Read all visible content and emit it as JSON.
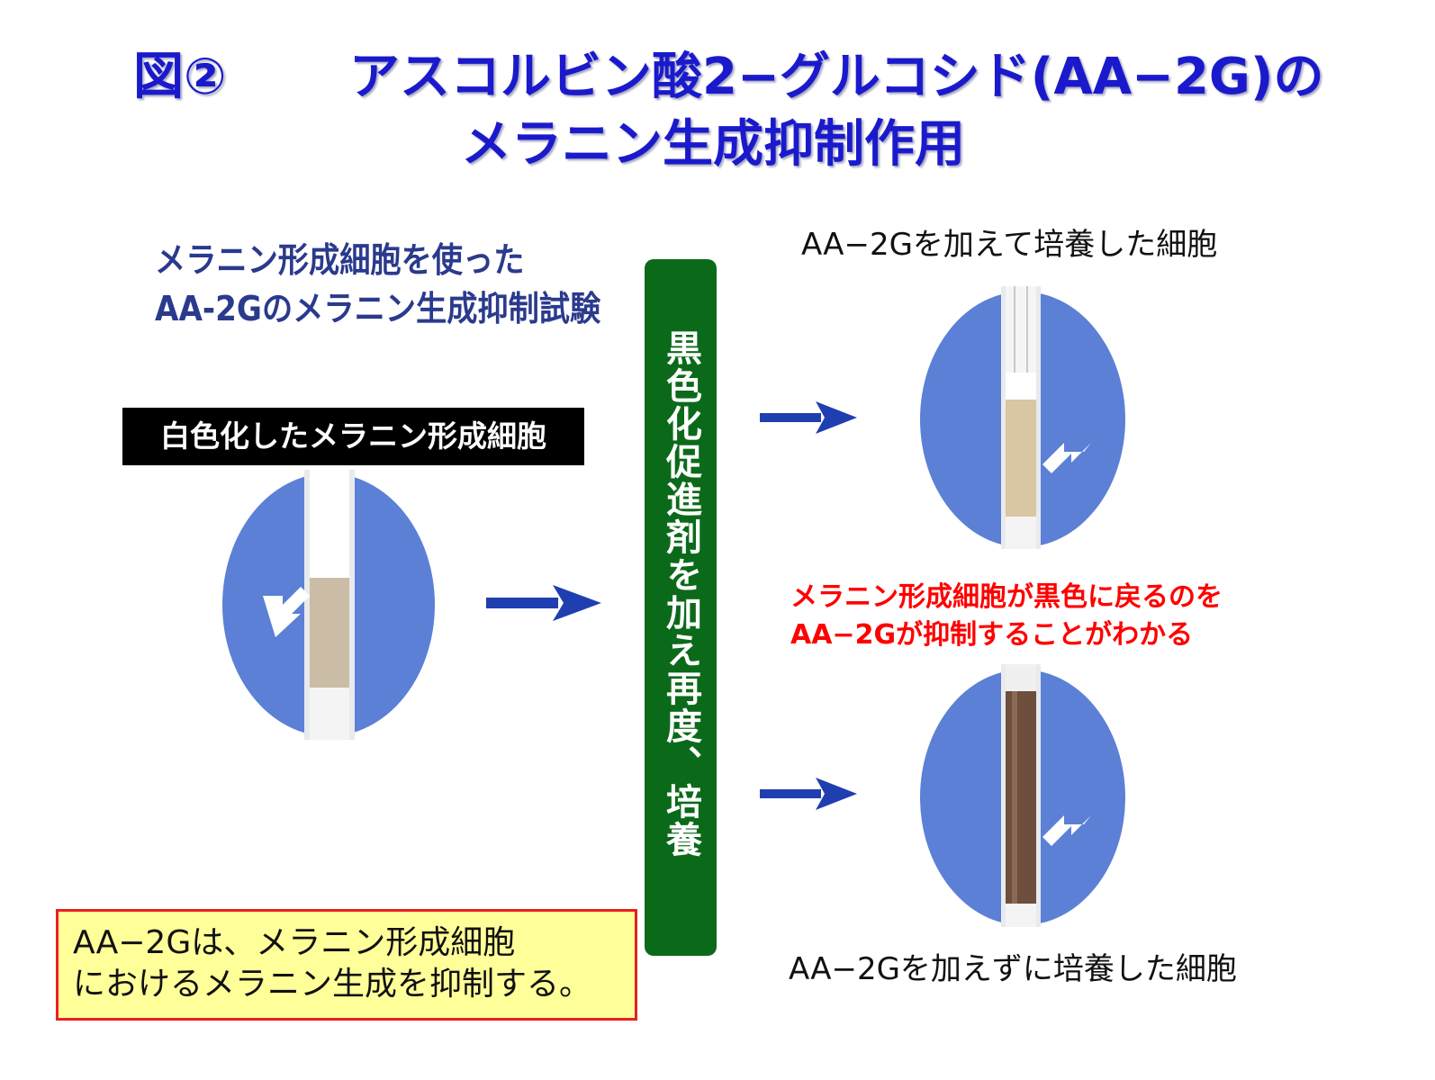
{
  "title": {
    "line1_fig": "図②",
    "line1_text": "アスコルビン酸2−グルコシド(AA−2G)の",
    "line2": "メラニン生成抑制作用"
  },
  "subtitle": {
    "line1": "メラニン形成細胞を使った",
    "line2": "AA-2Gのメラニン生成抑制試験"
  },
  "whitened_label": "白色化したメラニン形成細胞",
  "process_bar": "黒色化促進剤を加え再度、培養",
  "with_caption": "AA−2Gを加えて培養した細胞",
  "without_caption": "AA−2Gを加えずに培養した細胞",
  "finding": {
    "line1": "メラニン形成細胞が黒色に戻るのを",
    "line2": "AA−2Gが抑制することがわかる"
  },
  "conclusion": {
    "line1": "AA−2Gは、メラニン形成細胞",
    "line2": "におけるメラニン生成を抑制する。"
  },
  "colors": {
    "title": "#1a1acc",
    "dish": "#5b80d6",
    "bar": "#0b6a1a",
    "arrow": "#1f3fb0",
    "finding": "#ff0000",
    "box_fill": "#ffff99",
    "box_border": "#e82020"
  }
}
